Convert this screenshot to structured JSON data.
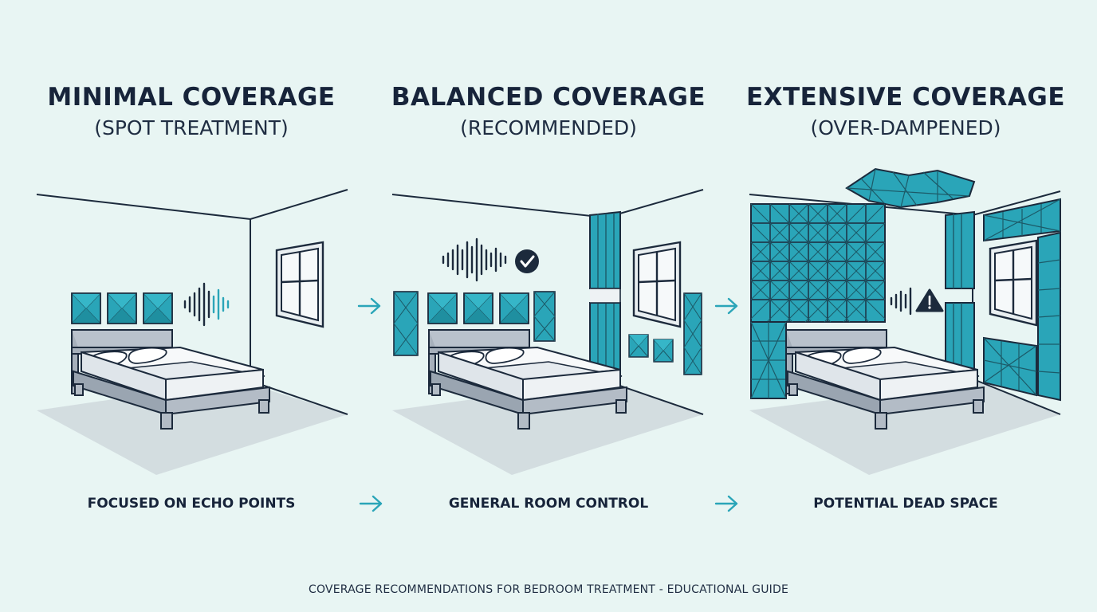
{
  "panels": [
    {
      "title": "MINIMAL COVERAGE",
      "subtitle": "(SPOT TREATMENT)",
      "caption": "FOCUSED ON ECHO POINTS"
    },
    {
      "title": "BALANCED COVERAGE",
      "subtitle": "(RECOMMENDED)",
      "caption": "GENERAL ROOM CONTROL"
    },
    {
      "title": "EXTENSIVE COVERAGE",
      "subtitle": "(OVER-DAMPENED)",
      "caption": "POTENTIAL DEAD SPACE"
    }
  ],
  "footer": "COVERAGE RECOMMENDATIONS FOR BEDROOM TREATMENT - EDUCATIONAL GUIDE",
  "icons": {
    "sound_wave": "sound-wave-icon",
    "check": "check-circle-icon",
    "warning": "warning-icon",
    "arrow": "arrow-right-icon"
  },
  "colors": {
    "background": "#e8f5f3",
    "panel_teal": "#2aa5b8",
    "line": "#1c2a3c",
    "bed_gray": "#b9c2cc",
    "floor": "#cfd9dc"
  }
}
